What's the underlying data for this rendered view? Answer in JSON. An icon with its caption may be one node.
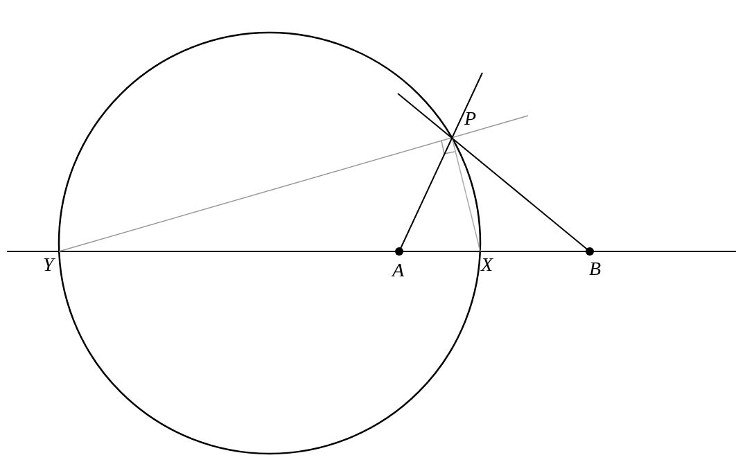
{
  "diagram": {
    "labels": [
      "P",
      "Y",
      "A",
      "X",
      "B"
    ]
  }
}
